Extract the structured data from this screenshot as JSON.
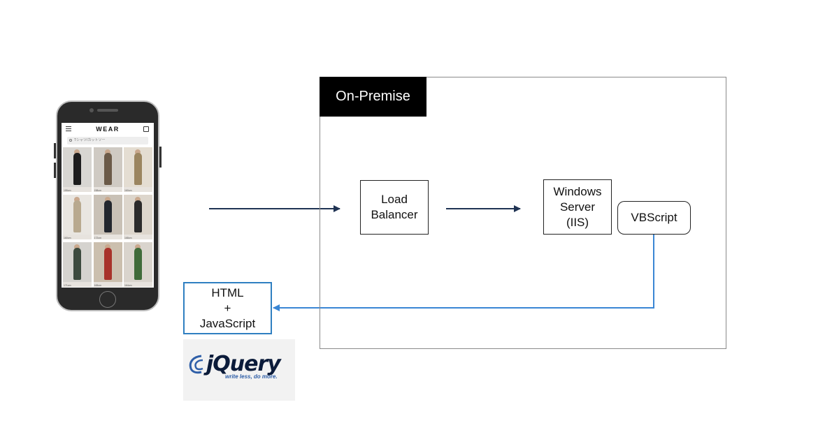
{
  "region": {
    "label": "On-Premise"
  },
  "nodes": {
    "load_balancer": "Load\nBalancer",
    "windows_server": "Windows\nServer\n(IIS)",
    "vbscript": "VBScript",
    "client": "HTML\n+\nJavaScript"
  },
  "phone": {
    "app_title": "WEAR",
    "search_placeholder": "Tシャツ/カットソー",
    "captions": [
      "155cm",
      "158cm",
      "160cm",
      "160cm",
      "172cm",
      "168cm",
      "171cm",
      "165cm",
      "164cm"
    ]
  },
  "logo": {
    "text": "jQuery",
    "tagline": "write less, do more."
  },
  "colors": {
    "flow_arrow": "#1f3353",
    "response_arrow": "#3a86d4",
    "box_border": "#222222",
    "client_border": "#2f7fc1"
  }
}
